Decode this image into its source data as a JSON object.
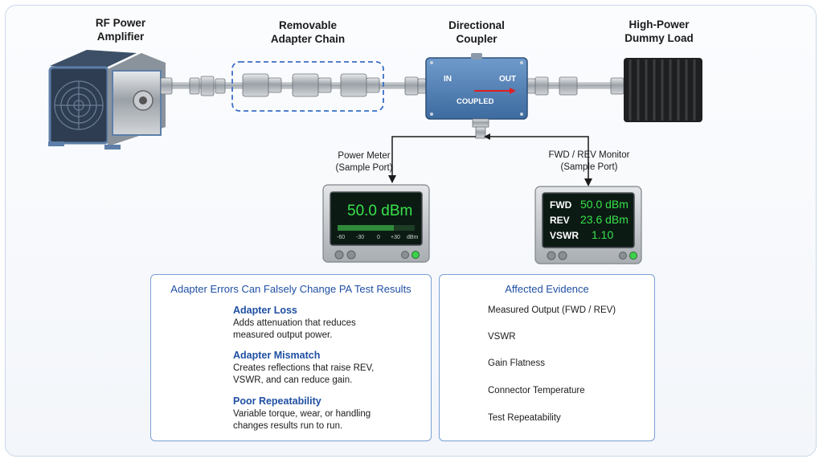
{
  "labels": {
    "amplifier": [
      "RF Power",
      "Amplifier"
    ],
    "adapter_chain": [
      "Removable",
      "Adapter Chain"
    ],
    "coupler": [
      "Directional",
      "Coupler"
    ],
    "dummy_load": [
      "High-Power",
      "Dummy Load"
    ],
    "power_meter": [
      "Power Meter",
      "(Sample Port)"
    ],
    "fwd_rev_monitor": [
      "FWD / REV Monitor",
      "(Sample Port)"
    ]
  },
  "coupler_ports": {
    "in": "IN",
    "out": "OUT",
    "coupled": "COUPLED"
  },
  "power_meter": {
    "reading": "50.0 dBm",
    "scale": [
      "-60",
      "-30",
      "0",
      "+30",
      "dBm"
    ]
  },
  "monitor": {
    "rows": [
      {
        "key": "FWD",
        "value": "50.0 dBm"
      },
      {
        "key": "REV",
        "value": "23.6 dBm"
      },
      {
        "key": "VSWR",
        "value": "1.10"
      }
    ]
  },
  "errors_panel": {
    "title": "Adapter Errors Can Falsely Change PA Test Results",
    "items": [
      {
        "icon": "sine-wave-down-arrow-icon",
        "heading": "Adapter Loss",
        "lines": [
          "Adds attenuation that reduces",
          "measured output power."
        ]
      },
      {
        "icon": "sine-wave-up-arrow-icon",
        "heading": "Adapter Mismatch",
        "lines": [
          "Creates reflections that raise REV,",
          "VSWR, and can reduce gain."
        ]
      },
      {
        "icon": "circular-arrow-icon",
        "heading": "Poor Repeatability",
        "lines": [
          "Variable torque, wear, or handling",
          "changes results run to run."
        ]
      }
    ]
  },
  "evidence_panel": {
    "title": "Affected Evidence",
    "items": [
      {
        "icon": "bar-chart-icon",
        "label": "Measured Output (FWD / REV)"
      },
      {
        "icon": "vswr-gear-icon",
        "label": "VSWR"
      },
      {
        "icon": "trend-line-icon",
        "label": "Gain Flatness"
      },
      {
        "icon": "thermometer-icon",
        "label": "Connector Temperature"
      },
      {
        "icon": "refresh-icon",
        "label": "Test Repeatability"
      }
    ]
  },
  "colors": {
    "accent": "#1f4fa3",
    "screen_green": "#37e24a",
    "coupler_blue": "#4a79b0",
    "arrow_red": "#e02020"
  }
}
